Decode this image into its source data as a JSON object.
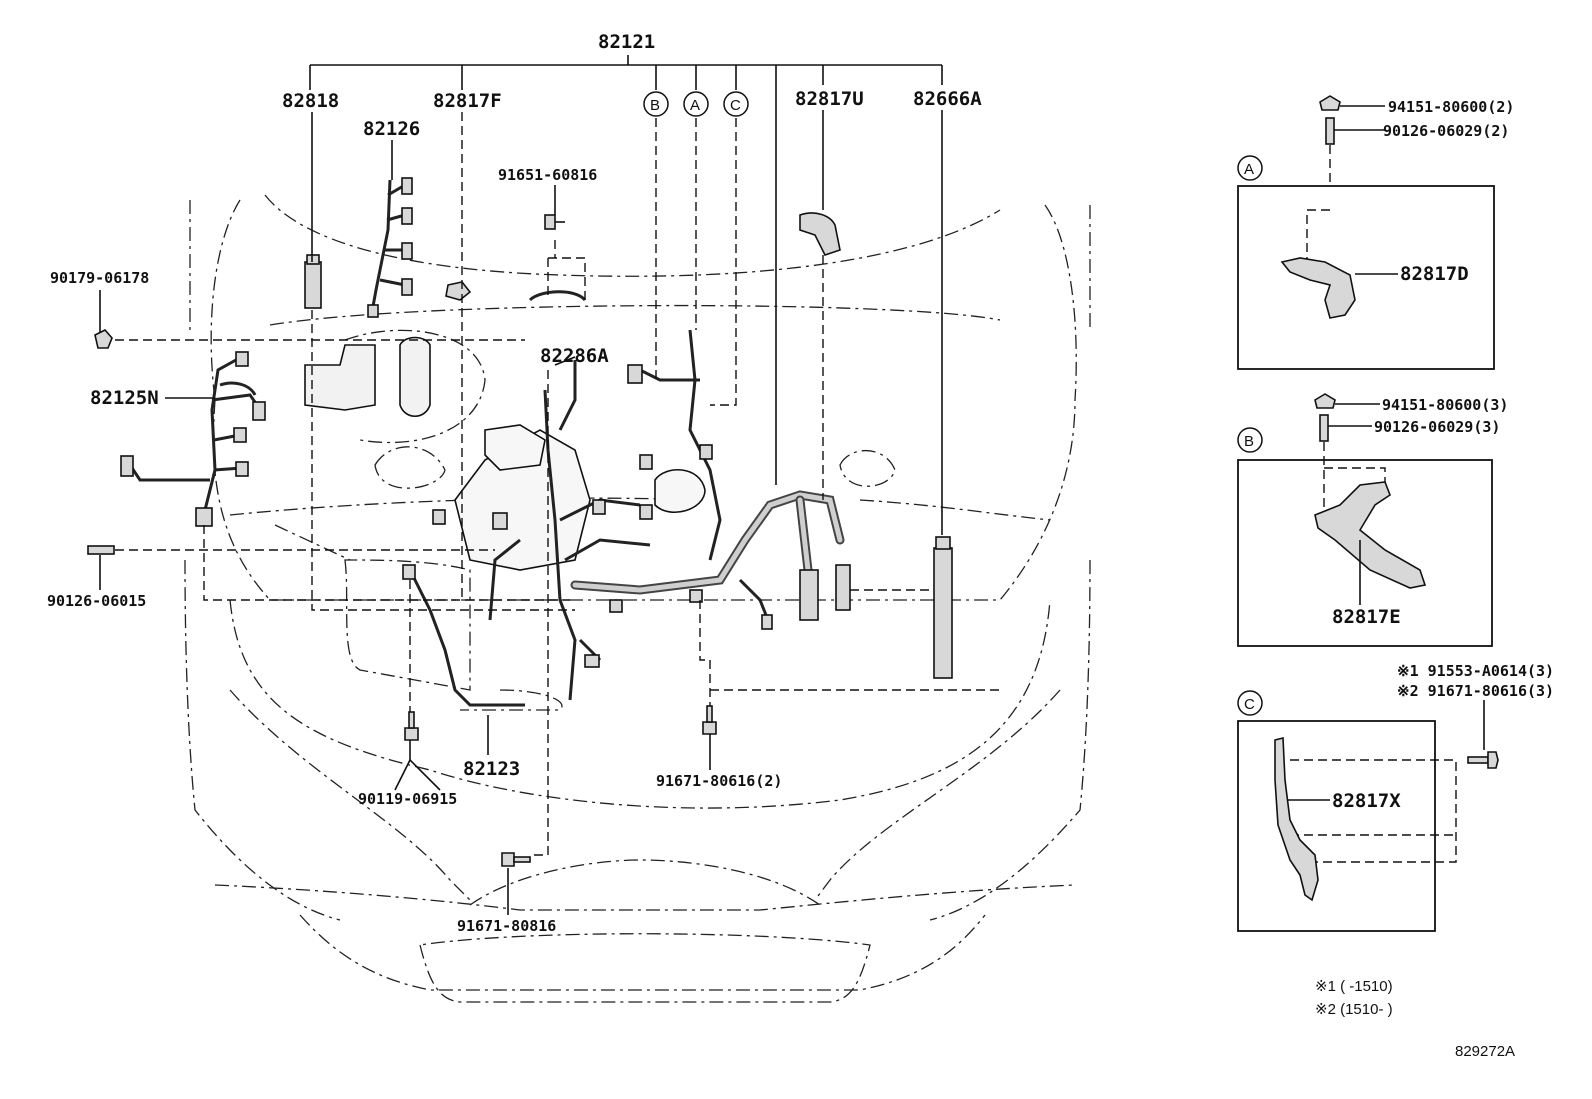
{
  "parts": {
    "p82121": "82121",
    "p82818": "82818",
    "p82817F": "82817F",
    "p82817U": "82817U",
    "p82666A": "82666A",
    "p82126": "82126",
    "p91651_60816": "91651-60816",
    "p90179_06178": "90179-06178",
    "p82286A": "82286A",
    "p82125N": "82125N",
    "p90126_06015": "90126-06015",
    "p82123": "82123",
    "p90119_06915": "90119-06915",
    "p91671_80616_2": "91671-80616(2)",
    "p91671_80816": "91671-80816"
  },
  "callouts": {
    "a": "A",
    "b": "B",
    "c": "C"
  },
  "detail_a": {
    "nut": "94151-80600(2)",
    "stud": "90126-06029(2)",
    "part": "82817D"
  },
  "detail_b": {
    "nut": "94151-80600(3)",
    "stud": "90126-06029(3)",
    "part": "82817E"
  },
  "detail_c": {
    "bolt1": "※1 91553-A0614(3)",
    "bolt2": "※2 91671-80616(3)",
    "part": "82817X"
  },
  "notes": {
    "n1": "※1 (      -1510)",
    "n2": "※2 (1510-      )"
  },
  "drawing_id": "829272A"
}
